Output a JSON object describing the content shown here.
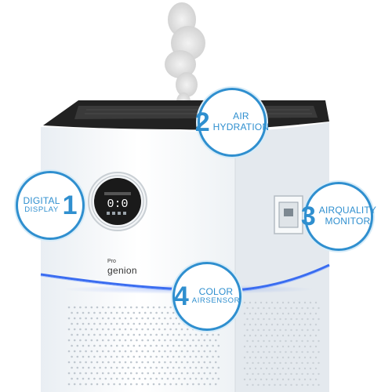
{
  "product": {
    "brand_prefix": "Pro",
    "brand_name": "genion",
    "display_digits": "0:0",
    "accent_color": "#2f8fcf",
    "light_strip_color": "#3a6cf0"
  },
  "callouts": [
    {
      "number": "1",
      "line1": "DIGITAL",
      "line2": "DISPLAY"
    },
    {
      "number": "2",
      "line1": "AIR",
      "line2": "HYDRATION"
    },
    {
      "number": "3",
      "line1": "AIRQUALITY",
      "line2": "MONITOR"
    },
    {
      "number": "4",
      "line1": "COLOR",
      "line2": "AIRSENSOR"
    }
  ]
}
